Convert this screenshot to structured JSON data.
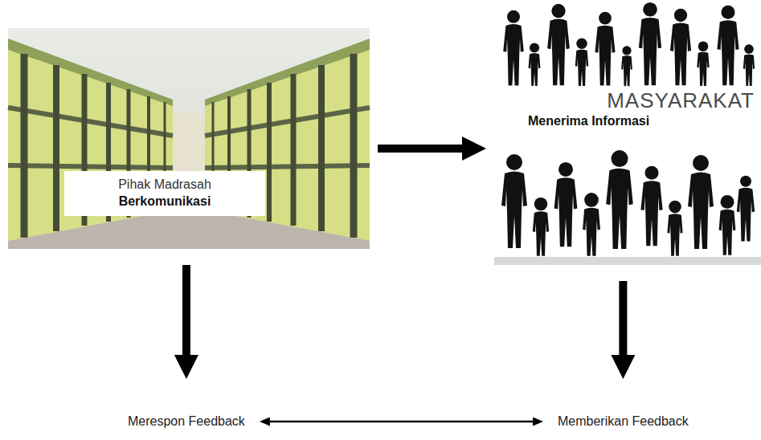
{
  "diagram": {
    "nodes": [
      {
        "text": [
          "Pihak Madrasah",
          "Berkomunikasi"
        ]
      },
      {
        "text": [
          "MASYARAKAT",
          "Menerima Informasi"
        ]
      },
      {
        "text": [
          "Merespon Feedback"
        ]
      },
      {
        "text": [
          "Memberikan Feedback"
        ]
      }
    ],
    "edges": [
      {
        "from": 0,
        "to": 1,
        "arrow": "to"
      },
      {
        "from": 0,
        "to": 2,
        "arrow": "to"
      },
      {
        "from": 1,
        "to": 3,
        "arrow": "to"
      },
      {
        "from": 2,
        "to": 3,
        "arrow": "both"
      }
    ]
  }
}
